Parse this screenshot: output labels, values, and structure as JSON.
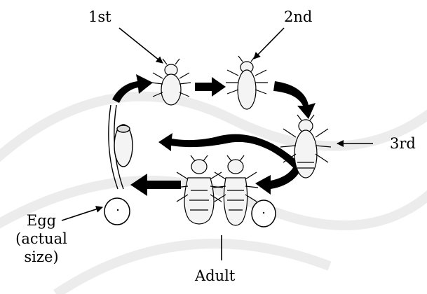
{
  "stages": {
    "first": "1st",
    "second": "2nd",
    "third": "3rd",
    "adult": "Adult"
  },
  "egg": {
    "line1": "Egg",
    "line2": "(actual",
    "line3": "size)"
  },
  "colors": {
    "ink": "#000000",
    "body": "#f4f4f4",
    "watermark": "#ececec"
  }
}
